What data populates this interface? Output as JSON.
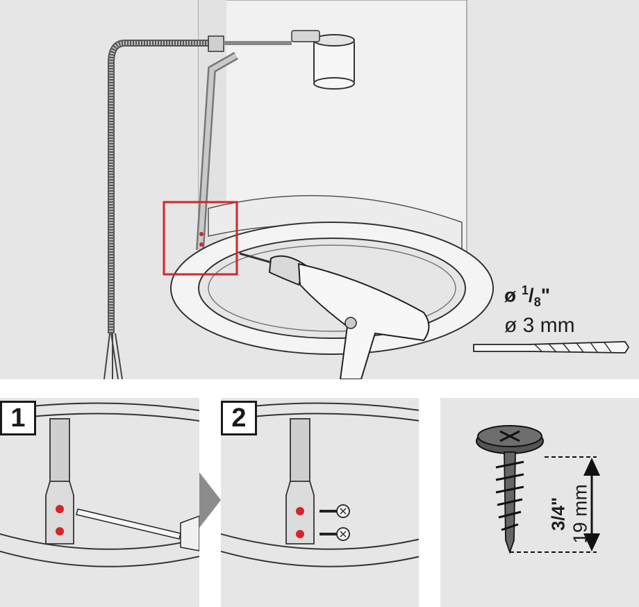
{
  "main": {
    "drill_bit_inch_prefix": "ø ",
    "drill_bit_inch_num": "1",
    "drill_bit_inch_slash": "/",
    "drill_bit_inch_den": "8",
    "drill_bit_inch_suffix": "\"",
    "drill_bit_mm": "ø 3 mm"
  },
  "steps": [
    {
      "number": "1"
    },
    {
      "number": "2"
    }
  ],
  "screw": {
    "length_inch": "3/4\"",
    "length_mm": "19 mm"
  },
  "colors": {
    "highlight_box": "#d8232a",
    "hole_marker": "#d8232a",
    "panel_bg": "#e6e6e6",
    "housing": "#f2f2f2",
    "line": "#1a1a1a",
    "arrow": "#8c8c8c"
  },
  "icons": [
    "drill-icon",
    "drill-bit-icon",
    "screw-icon",
    "arrow-right-icon",
    "conduit-icon",
    "junction-box-icon"
  ]
}
